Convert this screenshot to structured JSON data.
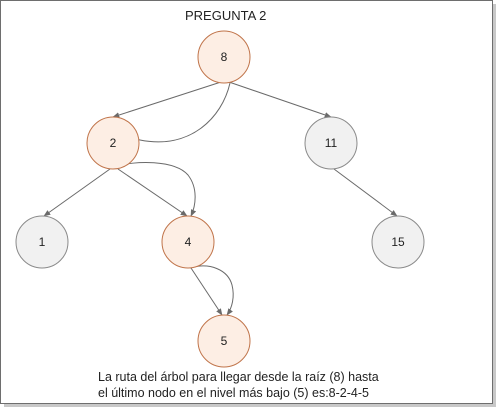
{
  "title": "PREGUNTA 2",
  "tree": {
    "nodes": [
      {
        "id": "n8",
        "label": "8",
        "on_path": true
      },
      {
        "id": "n2",
        "label": "2",
        "on_path": true
      },
      {
        "id": "n11",
        "label": "11",
        "on_path": false
      },
      {
        "id": "n1",
        "label": "1",
        "on_path": false
      },
      {
        "id": "n4",
        "label": "4",
        "on_path": true
      },
      {
        "id": "n15",
        "label": "15",
        "on_path": false
      },
      {
        "id": "n5",
        "label": "5",
        "on_path": true
      }
    ],
    "edges": [
      {
        "from": "n8",
        "to": "n2"
      },
      {
        "from": "n8",
        "to": "n11"
      },
      {
        "from": "n2",
        "to": "n1"
      },
      {
        "from": "n2",
        "to": "n4"
      },
      {
        "from": "n11",
        "to": "n15"
      },
      {
        "from": "n4",
        "to": "n5"
      }
    ],
    "path": [
      "n8",
      "n2",
      "n4",
      "n5"
    ]
  },
  "caption": {
    "line1": "La ruta del árbol para llegar desde la raíz (8) hasta",
    "line2": "el último nodo en el nivel más bajo (5) es:8-2-4-5"
  },
  "colors": {
    "path_fill": "#fdeee4",
    "path_stroke": "#c0744a",
    "node_fill": "#f1f1f1",
    "node_stroke": "#8a8a8a",
    "edge": "#6a6a6a"
  }
}
